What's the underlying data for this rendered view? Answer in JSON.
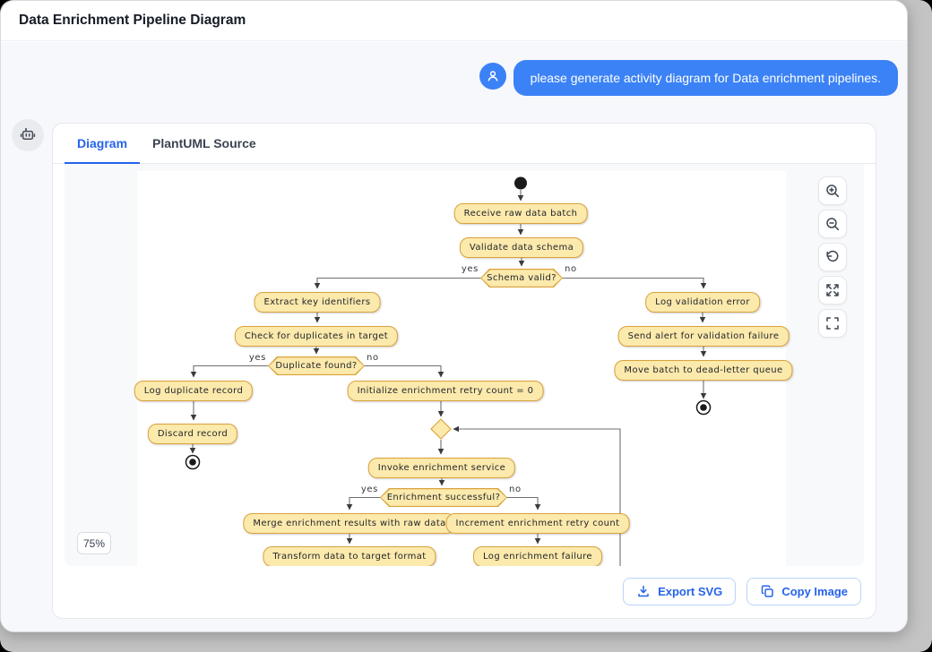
{
  "titlebar": {
    "title": "Data Enrichment Pipeline Diagram"
  },
  "chat": {
    "user_message": "please generate activity diagram for Data enrichment pipelines."
  },
  "panel": {
    "tabs": {
      "diagram": "Diagram",
      "source": "PlantUML Source"
    },
    "zoom_level": "75%",
    "control_icons": [
      "zoom-in",
      "zoom-out",
      "reset-view",
      "expand",
      "fullscreen"
    ],
    "footer": {
      "export_svg": "Export SVG",
      "copy_image": "Copy Image"
    }
  },
  "colors": {
    "accent": "#3B82F6",
    "tab_active": "#2563EB",
    "node_fill": "#FCE9AC",
    "node_border": "#D9A23B"
  },
  "diagram": {
    "type": "activity",
    "labels": {
      "yes": "yes",
      "no": "no"
    },
    "nodes": {
      "receive": "Receive raw data batch",
      "validate": "Validate data schema",
      "schema_valid": "Schema valid?",
      "extract": "Extract key identifiers",
      "check_duplicates": "Check for duplicates in target",
      "duplicate_found": "Duplicate found?",
      "log_duplicate": "Log duplicate record",
      "discard": "Discard record",
      "init_retry": "Initialize enrichment retry count = 0",
      "invoke": "Invoke enrichment service",
      "enrichment_successful": "Enrichment successful?",
      "merge": "Merge enrichment results with raw data",
      "transform": "Transform data to target format",
      "increment_retry": "Increment enrichment retry count",
      "log_failure": "Log enrichment failure",
      "log_validation_error": "Log validation error",
      "send_alert": "Send alert for validation failure",
      "move_dead_letter": "Move batch to dead-letter queue"
    }
  }
}
